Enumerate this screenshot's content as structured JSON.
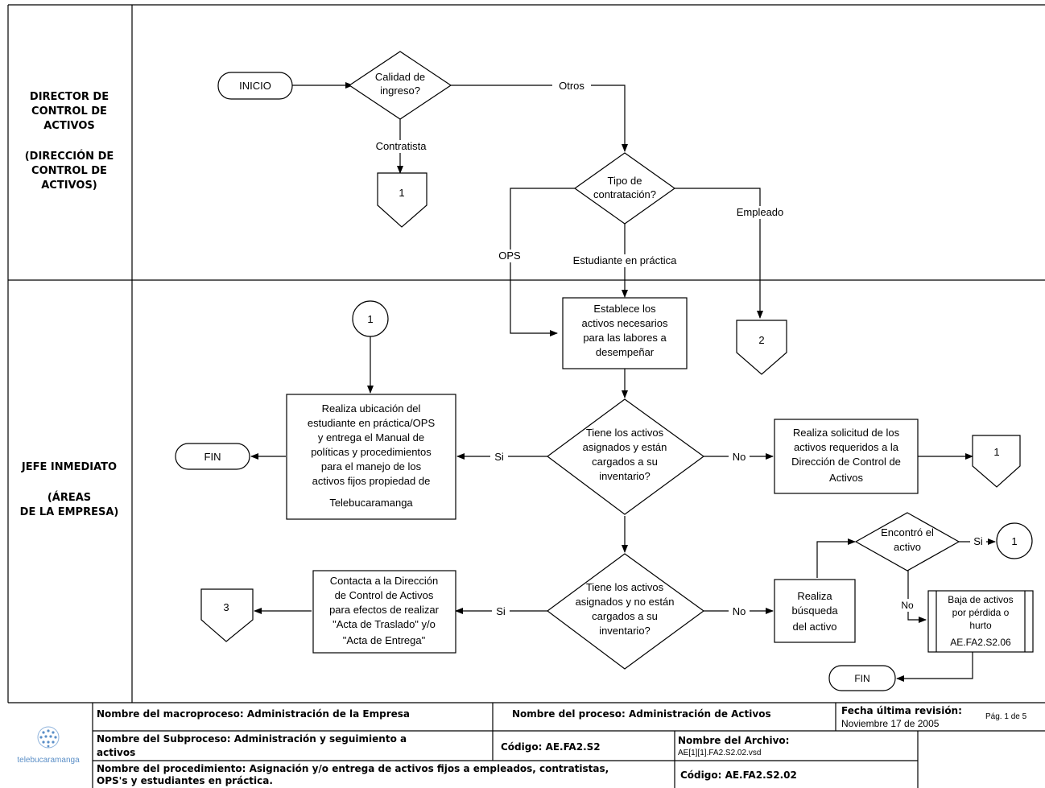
{
  "lanes": {
    "top_line1": "DIRECTOR DE",
    "top_line2": "CONTROL DE",
    "top_line3": "ACTIVOS",
    "top_line4": "(DIRECCIÓN DE",
    "top_line5": "CONTROL DE",
    "top_line6": "ACTIVOS)",
    "bottom_line1": "JEFE INMEDIATO",
    "bottom_line2": "(ÁREAS",
    "bottom_line3": "DE LA EMPRESA)"
  },
  "nodes": {
    "inicio": "INICIO",
    "calidad_1": "Calidad de",
    "calidad_2": "ingreso?",
    "otros": "Otros",
    "contratista": "Contratista",
    "off1_top": "1",
    "tipo_1": "Tipo de",
    "tipo_2": "contratación?",
    "empleado": "Empleado",
    "ops": "OPS",
    "estudiante": "Estudiante en práctica",
    "establece_1": "Establece los",
    "establece_2": "activos necesarios",
    "establece_3": "para las labores a",
    "establece_4": "desempeñar",
    "off2": "2",
    "conn1_left": "1",
    "realiza_1": "Realiza ubicación del",
    "realiza_2": "estudiante en práctica/OPS",
    "realiza_3": "y entrega el Manual de",
    "realiza_4": "políticas y procedimientos",
    "realiza_5": "para el manejo de los",
    "realiza_6": "activos fijos propiedad de",
    "realiza_7": "Telebucaramanga",
    "fin_1": "FIN",
    "si_1": "Si",
    "tiene1_1": "Tiene los activos",
    "tiene1_2": "asignados y están",
    "tiene1_3": "cargados a su",
    "tiene1_4": "inventario?",
    "no_1": "No",
    "solicitud_1": "Realiza solicitud de los",
    "solicitud_2": "activos requeridos a la",
    "solicitud_3": "Dirección de Control de",
    "solicitud_4": "Activos",
    "off1_right": "1",
    "encontro_1": "Encontró el",
    "encontro_2": "activo",
    "si_3": "Si",
    "conn1_right": "1",
    "no_3": "No",
    "baja_1": "Baja de activos",
    "baja_2": "por pérdida o",
    "baja_3": "hurto",
    "baja_4": "AE.FA2.S2.06",
    "contacta_1": "Contacta a la Dirección",
    "contacta_2": "de Control de Activos",
    "contacta_3": "para efectos de realizar",
    "contacta_4": "\"Acta de Traslado\" y/o",
    "contacta_5": "\"Acta de Entrega\"",
    "off3": "3",
    "si_2": "Si",
    "tiene2_1": "Tiene los activos",
    "tiene2_2": "asignados y no están",
    "tiene2_3": "cargados a su",
    "tiene2_4": "inventario?",
    "no_2": "No",
    "busqueda_1": "Realiza",
    "busqueda_2": "búsqueda",
    "busqueda_3": "del activo",
    "fin_2": "FIN"
  },
  "footer": {
    "logo_text": "telebucaramanga",
    "macroproceso": "Nombre del macroproceso: Administración de la Empresa",
    "proceso": "Nombre del proceso: Administración de Activos",
    "fecha_label": "Fecha última revisión:",
    "fecha_value": "Noviembre 17 de 2005",
    "pagina": "Pág. 1 de 5",
    "subproceso_1": "Nombre del Subproceso: Administración y seguimiento a",
    "subproceso_2": "activos",
    "codigo_1": "Código: AE.FA2.S2",
    "archivo_label": "Nombre del Archivo:",
    "archivo_value": "AE[1][1].FA2.S2.02.vsd",
    "procedimiento_1": "Nombre del procedimiento: Asignación y/o entrega de activos fijos a empleados, contratistas,",
    "procedimiento_2": "OPS's y estudiantes en práctica.",
    "codigo_2": "Código: AE.FA2.S2.02"
  },
  "colors": {
    "logo_blue": "#5b8fc7",
    "line": "#000000"
  }
}
